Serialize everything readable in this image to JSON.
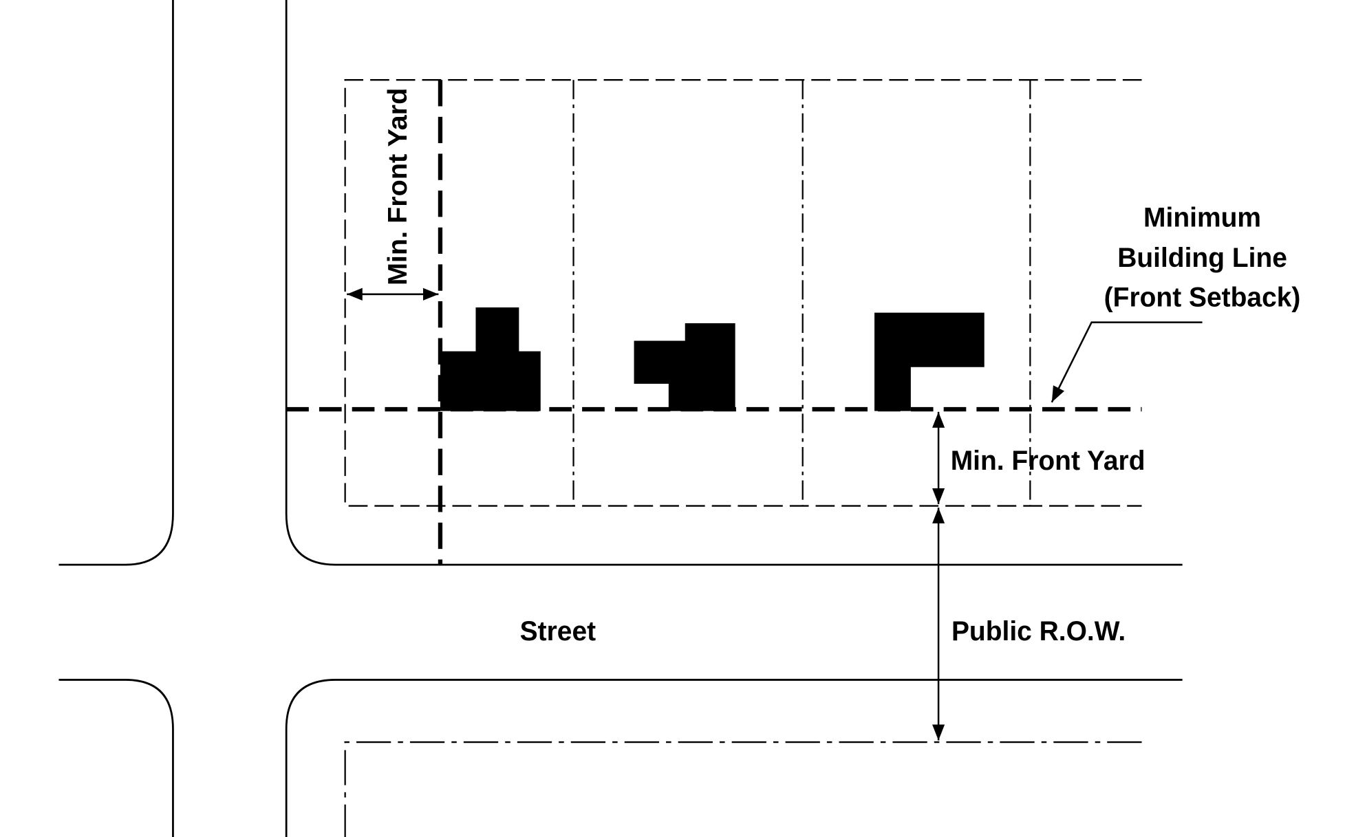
{
  "labels": {
    "min_front_yard_vertical": "Min. Front Yard",
    "min_building_line": [
      "Minimum",
      "Building Line",
      "(Front Setback)"
    ],
    "min_front_yard": "Min. Front Yard",
    "street": "Street",
    "public_row": "Public R.O.W."
  },
  "colors": {
    "ink": "#000000",
    "background": "#ffffff"
  }
}
